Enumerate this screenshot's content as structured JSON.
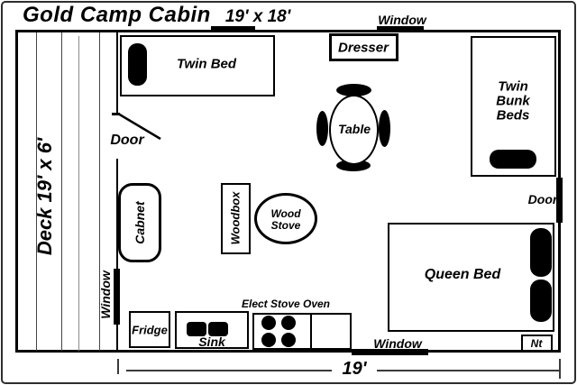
{
  "title": {
    "name": "Gold Camp Cabin",
    "size": "19' x 18'"
  },
  "deck": {
    "label": "Deck 19' x 6'"
  },
  "openings": {
    "top_window": "Window",
    "left_window": "Window",
    "bottom_window": "Window",
    "left_door": "Door",
    "right_door": "Door"
  },
  "furniture": {
    "twin_bed": "Twin Bed",
    "dresser": "Dresser",
    "twin_bunk_beds": [
      "Twin",
      "Bunk",
      "Beds"
    ],
    "table": "Table",
    "cabinet": "Cabnet",
    "woodbox": "Woodbox",
    "wood_stove": [
      "Wood",
      "Stove"
    ],
    "queen_bed": "Queen Bed",
    "night_table": "Nt"
  },
  "kitchen": {
    "fridge": "Fridge",
    "sink": "Sink",
    "stove_oven": "Elect Stove Oven"
  },
  "dimensions": {
    "bottom_width": "19'"
  },
  "colors": {
    "ink": "#000000",
    "background": "#ffffff"
  }
}
